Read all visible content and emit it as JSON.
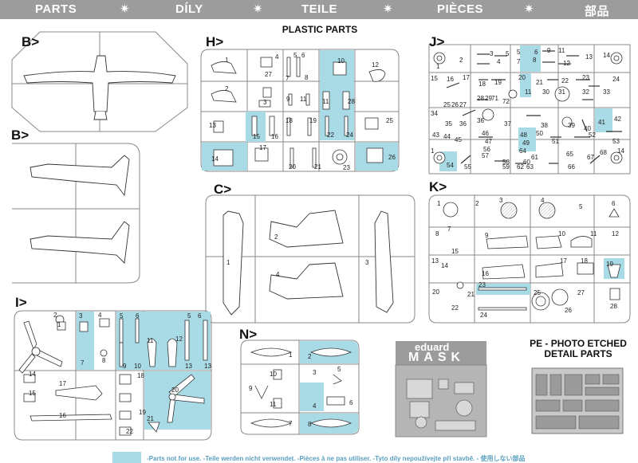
{
  "header": {
    "parts": "PARTS",
    "dily": "DÍLY",
    "teile": "TEILE",
    "pieces": "PIÈCES",
    "japanese": "部品",
    "separator": "✷"
  },
  "sections": {
    "b_top": "B>",
    "b_mid": "B>",
    "h": "H>",
    "j": "J>",
    "c": "C>",
    "k": "K>",
    "i": "I>",
    "n": "N>"
  },
  "headings": {
    "plastic_parts": "PLASTIC PARTS",
    "pe_line1": "PE - PHOTO ETCHED",
    "pe_line2": "DETAIL PARTS"
  },
  "mask": {
    "brand": "eduard",
    "word": "MASK"
  },
  "legend": {
    "text": "-Parts not for use. -Teile werden nicht verwendet. -Pièces à ne pas utiliser. -Tyto díly nepoužívejte při stavbě. - 使用しない部品"
  },
  "colors": {
    "header_bg": "#9c9c9c",
    "not_used_fill": "#a9dbe6",
    "frame": "#8a8a8a"
  }
}
